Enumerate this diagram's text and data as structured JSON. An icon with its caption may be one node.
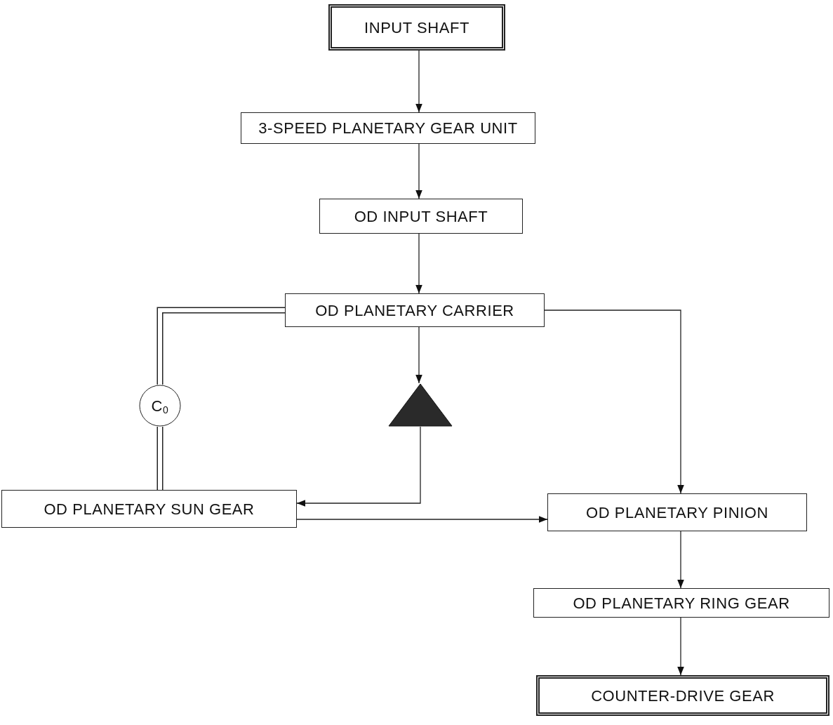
{
  "diagram": {
    "nodes": [
      {
        "text": [
          "INPUT SHAFT"
        ]
      },
      {
        "text": [
          "3-SPEED PLANETARY GEAR UNIT"
        ]
      },
      {
        "text": [
          "OD INPUT SHAFT"
        ]
      },
      {
        "text": [
          "OD PLANETARY CARRIER"
        ]
      },
      {
        "text": [
          "C$_{0}$"
        ]
      },
      {
        "text": [],
        "shape": "triangle"
      },
      {
        "text": [
          "OD PLANETARY SUN GEAR"
        ]
      },
      {
        "text": [
          "OD PLANETARY PINION"
        ]
      },
      {
        "text": [
          "OD PLANETARY RING GEAR"
        ]
      },
      {
        "text": [
          "COUNTER-DRIVE GEAR"
        ]
      }
    ],
    "edges": [
      {
        "from": 0,
        "to": 1,
        "arrow": "to"
      },
      {
        "from": 1,
        "to": 2,
        "arrow": "to"
      },
      {
        "from": 2,
        "to": 3,
        "arrow": "to"
      },
      {
        "from": 3,
        "to": 5,
        "arrow": "to"
      },
      {
        "from": 5,
        "to": 6,
        "arrow": "to"
      },
      {
        "from": 3,
        "to": 4,
        "arrow": "none",
        "style": "thick"
      },
      {
        "from": 4,
        "to": 6,
        "arrow": "none",
        "style": "thick"
      },
      {
        "from": 6,
        "to": 7,
        "arrow": "to"
      },
      {
        "from": 3,
        "to": 7,
        "arrow": "to"
      },
      {
        "from": 7,
        "to": 8,
        "arrow": "to"
      },
      {
        "from": 8,
        "to": 9,
        "arrow": "to"
      }
    ]
  }
}
